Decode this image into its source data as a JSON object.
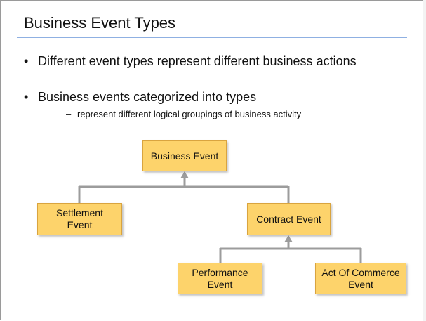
{
  "slide": {
    "title": "Business Event Types",
    "bullets": [
      {
        "marker": "•",
        "text": "Different event types represent different business actions"
      },
      {
        "marker": "•",
        "text": "Business events categorized into types"
      }
    ],
    "sub_bullet": {
      "marker": "–",
      "text": "represent different logical groupings of business activity"
    }
  },
  "diagram": {
    "nodes": {
      "business_event": "Business Event",
      "settlement_event": "Settlement\nEvent",
      "contract_event": "Contract Event",
      "performance_event": "Performance\nEvent",
      "act_of_commerce_event": "Act Of Commerce\nEvent"
    },
    "colors": {
      "node_fill": "#fdd36b",
      "node_border": "#d9a43f",
      "connector": "#9c9c9c",
      "title_rule": "#8fb0e2"
    }
  }
}
